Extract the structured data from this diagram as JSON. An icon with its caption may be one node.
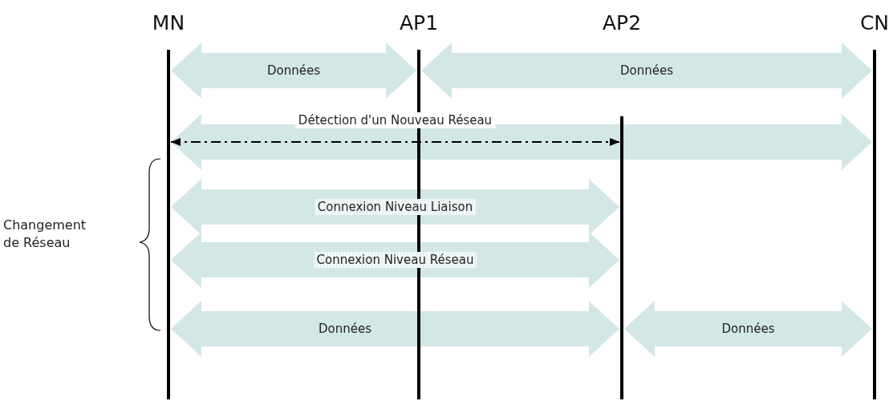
{
  "diagram": {
    "nodes": [
      {
        "text": [
          "MN"
        ]
      },
      {
        "text": [
          "AP1"
        ]
      },
      {
        "text": [
          "AP2"
        ]
      },
      {
        "text": [
          "CN"
        ]
      }
    ],
    "edges": [
      {
        "from": 0,
        "to": 1,
        "arrow": "both",
        "label": "Données"
      },
      {
        "from": 1,
        "to": 3,
        "arrow": "both",
        "label": "Données"
      },
      {
        "from": 0,
        "to": 3,
        "arrow": "both"
      },
      {
        "from": 0,
        "to": 2,
        "arrow": "both",
        "label": "Détection d'un Nouveau Réseau",
        "style": "dashed",
        "color": "#000000"
      },
      {
        "from": 0,
        "to": 2,
        "arrow": "both",
        "label": "Connexion Niveau Liaison"
      },
      {
        "from": 0,
        "to": 2,
        "arrow": "both",
        "label": "Connexion Niveau Réseau"
      },
      {
        "from": 0,
        "to": 2,
        "arrow": "both",
        "label": "Données"
      },
      {
        "from": 2,
        "to": 3,
        "arrow": "both",
        "label": "Données"
      }
    ],
    "labels": [
      "Changement de Réseau"
    ]
  }
}
